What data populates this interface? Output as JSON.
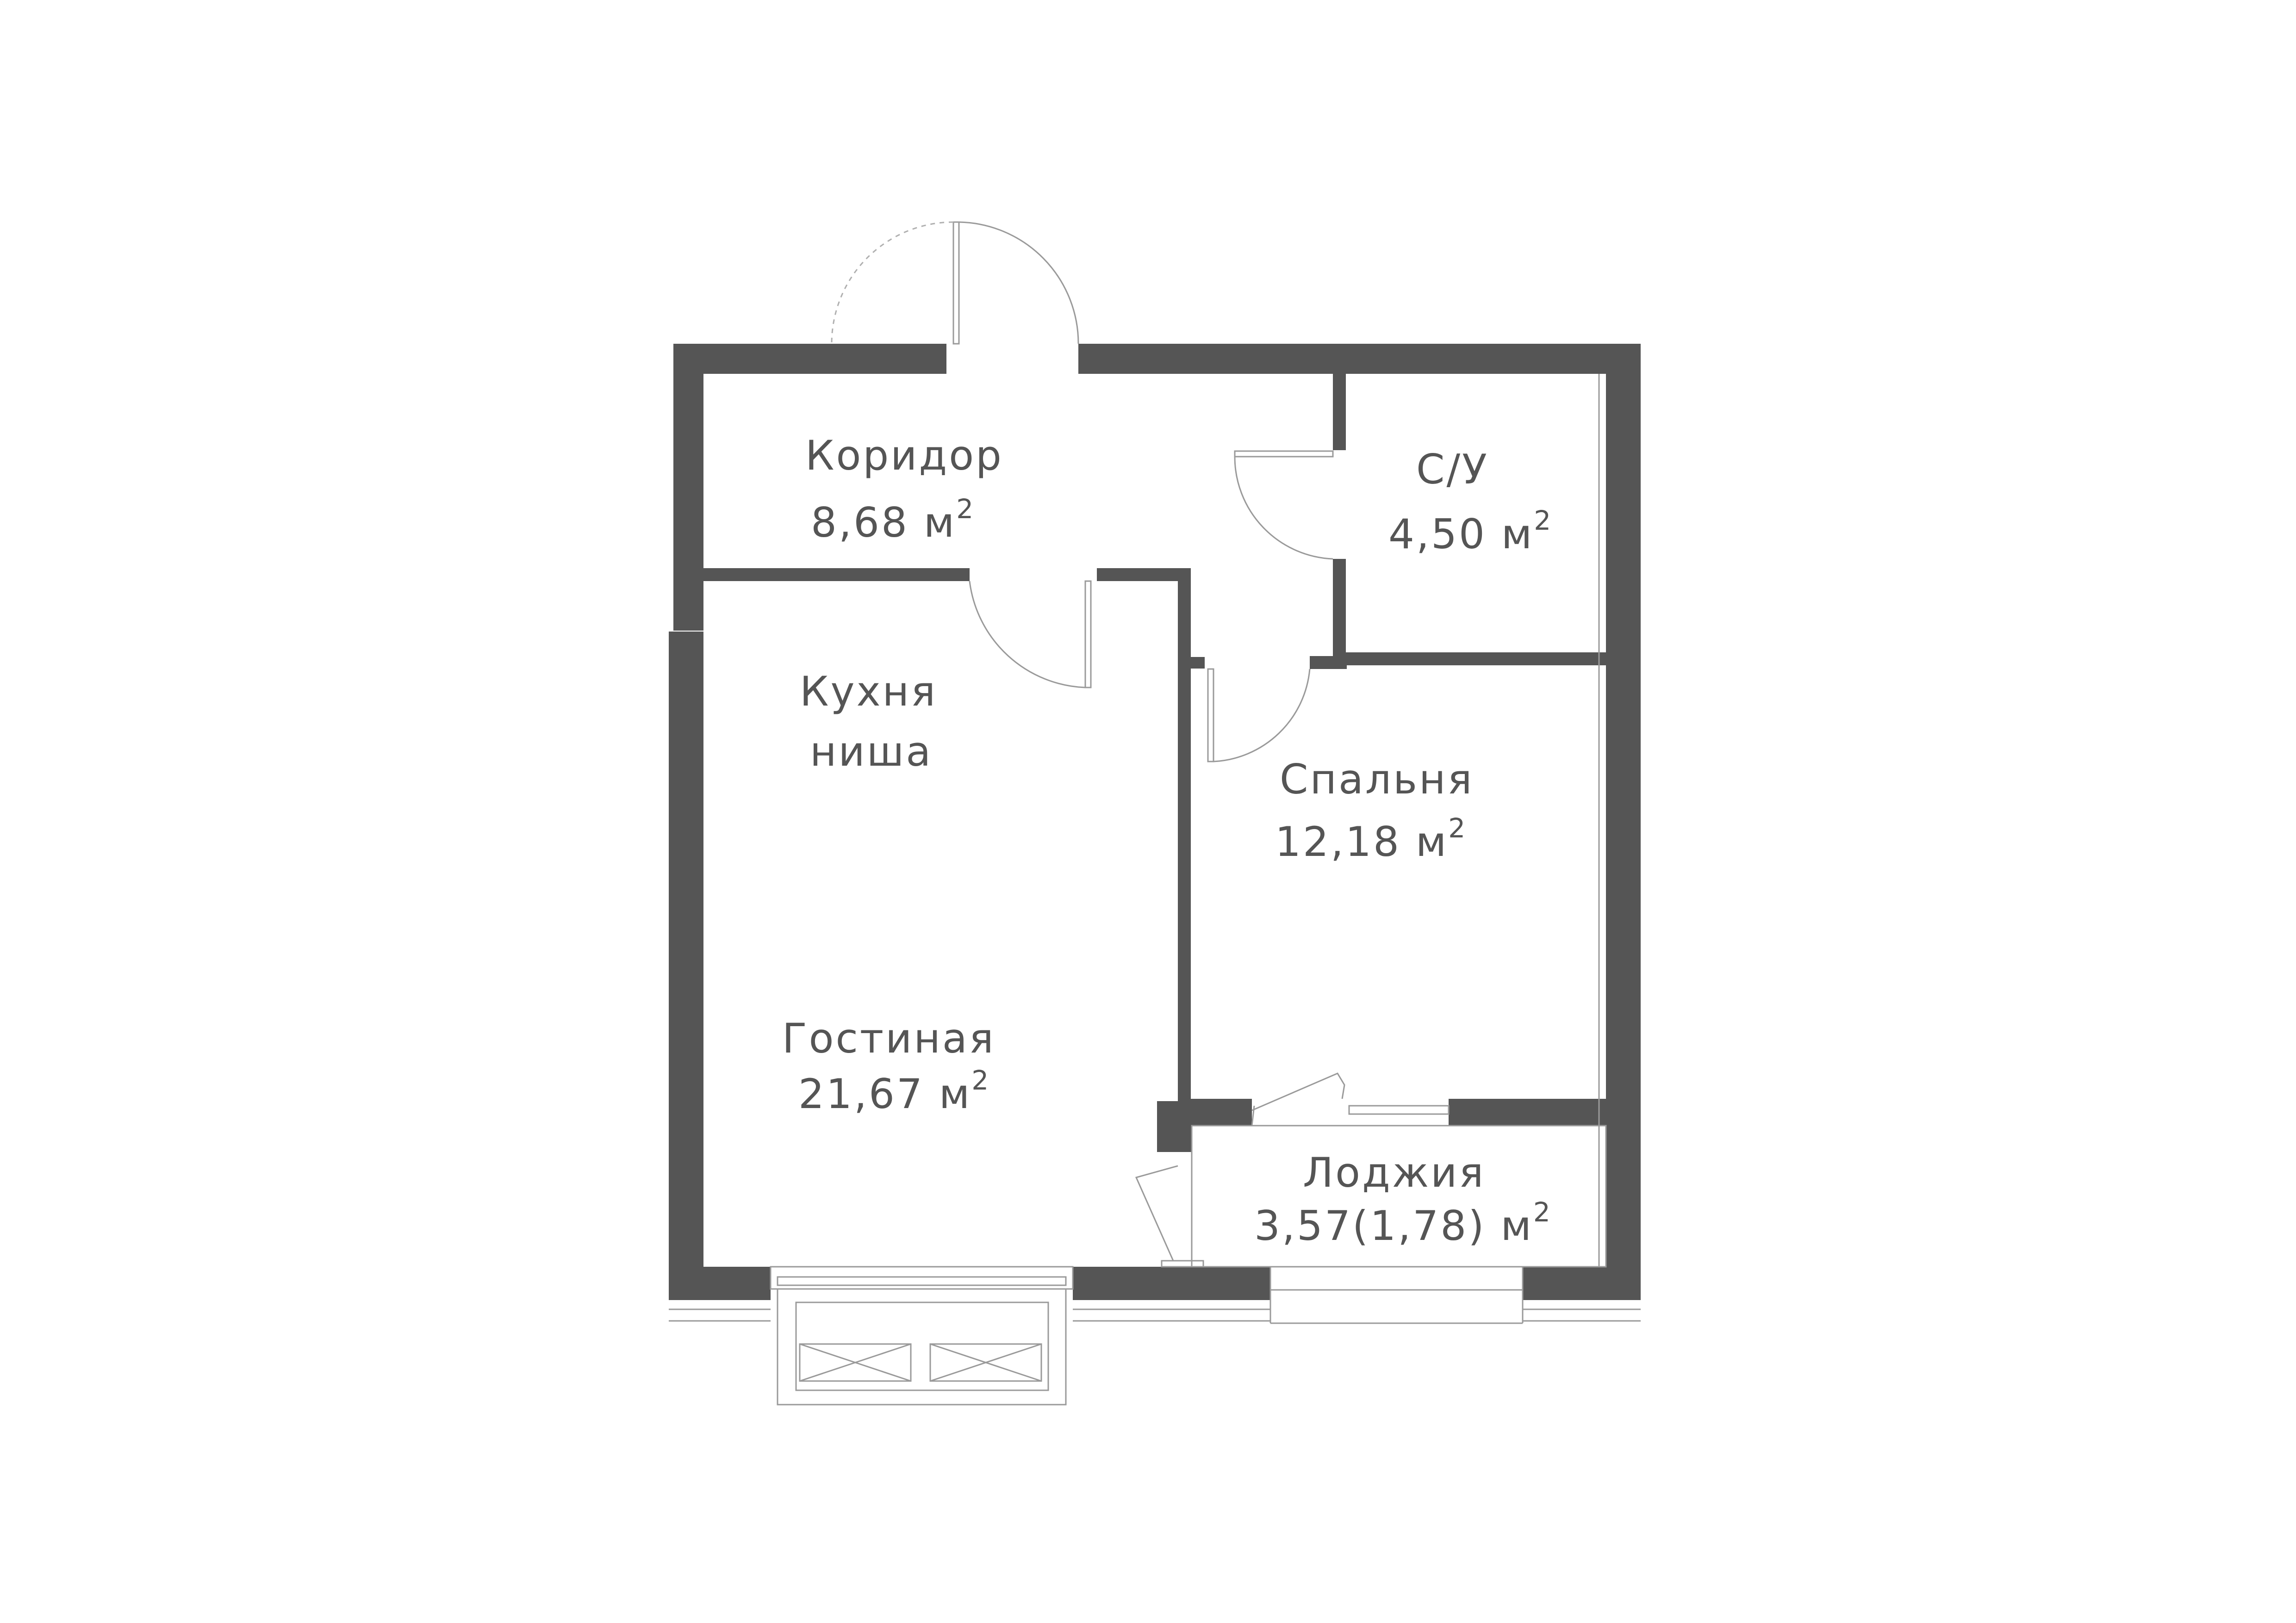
{
  "colors": {
    "wall": "#555555",
    "thin_line": "#9a9a9a",
    "background": "#ffffff",
    "text": "#555555"
  },
  "rooms": {
    "corridor": {
      "name": "Коридор",
      "area": "8,68 м",
      "unit_sup": "2"
    },
    "bathroom": {
      "name": "С/У",
      "area": "4,50 м",
      "unit_sup": "2"
    },
    "kitchen": {
      "name_line1": "Кухня",
      "name_line2": "ниша"
    },
    "bedroom": {
      "name": "Спальня",
      "area": "12,18 м",
      "unit_sup": "2"
    },
    "living": {
      "name": "Гостиная",
      "area": "21,67 м",
      "unit_sup": "2"
    },
    "loggia": {
      "name": "Лоджия",
      "area": "3,57(1,78) м",
      "unit_sup": "2"
    }
  }
}
